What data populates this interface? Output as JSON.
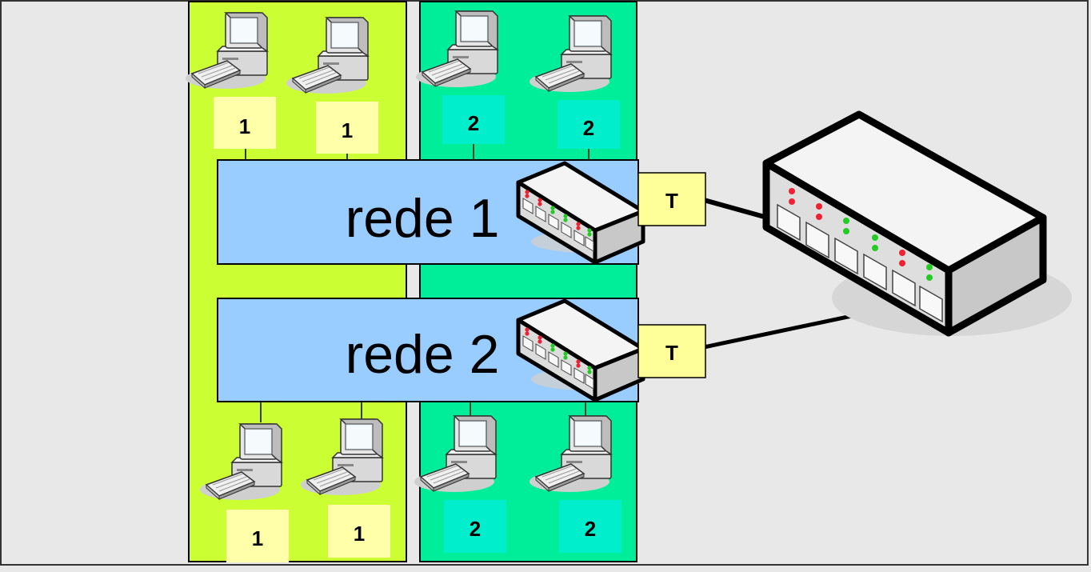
{
  "colors": {
    "background": "#e8e8e8",
    "vlan1_zone": "#ccff33",
    "vlan2_zone": "#00ee99",
    "network_band": "#99ccff",
    "label_vlan1": "#ffffaa",
    "label_vlan2": "#00eecc",
    "trunk_label": "#ffff99"
  },
  "networks": [
    {
      "label": "rede 1"
    },
    {
      "label": "rede 2"
    }
  ],
  "trunks": [
    {
      "label": "T"
    },
    {
      "label": "T"
    }
  ],
  "hosts": {
    "top": [
      "1",
      "1",
      "2",
      "2"
    ],
    "bottom": [
      "1",
      "1",
      "2",
      "2"
    ]
  },
  "icons": {
    "computer": "desktop-computer-icon",
    "small_switch": "network-switch-icon",
    "core_switch": "core-switch-icon"
  }
}
